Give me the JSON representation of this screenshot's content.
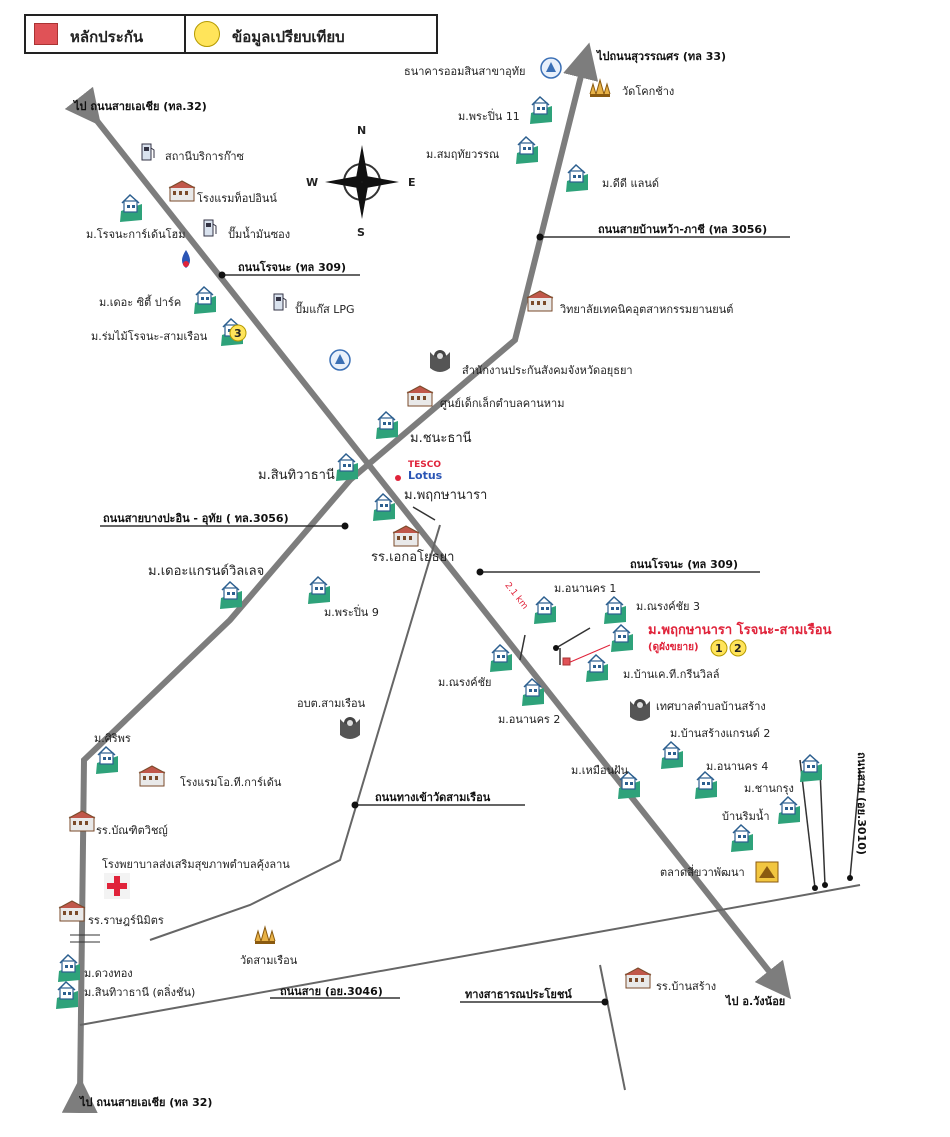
{
  "legend": {
    "marker_label": "หลักประกัน",
    "compare_label": "ข้อมูลเปรียบเทียบ",
    "marker_color": "#e05257",
    "compare_color": "#ffe45a"
  },
  "compass": {
    "n": "N",
    "s": "S",
    "e": "E",
    "w": "W"
  },
  "roads": {
    "to_asia_top": "ไป ถนนสายเอเชีย (ทล.32)",
    "to_suphan": "ไปถนนสุวรรณศร (ทล 33)",
    "ban_wa_phachi": "ถนนสายบ้านหว้า-ภาชี (ทล 3056)",
    "rojana_top": "ถนนโรจนะ (ทล 309)",
    "bang_pa_in": "ถนนสายบางปะอิน - อุทัย ( ทล.3056)",
    "rojana_mid": "ถนนโรจนะ (ทล 309)",
    "wat_sam_ruan": "ถนนทางเข้าวัดสามเรือน",
    "uy_3010": "ถนนสาย (อย.3010)",
    "uy_3046": "ถนนสาย (อย.3046)",
    "public_way": "ทางสาธารณประโยชน์",
    "to_wang_noi": "ไป อ.วังน้อย",
    "to_asia_bottom": "ไป ถนนสายเอเชีย (ทล 32)",
    "distance": "2.1 km"
  },
  "places": {
    "gsb": "ธนาคารออมสินสาขาอุทัย",
    "wat_khok_chang": "วัดโคกช้าง",
    "mb_phraepin11": "ม.พระปิ่น 11",
    "mb_samut": "ม.สมฤทัยวรรณ",
    "mb_dd_land": "ม.ดีดี แลนด์",
    "gas_station": "สถานีบริการก๊าซ",
    "hotel_top_inn": "โรงแรมท็อปอินน์",
    "mb_rojana_garden": "ม.โรจนะการ์เด้นโฮม",
    "oil_pump": "ปั๊มน้ำมันซอง",
    "mb_city_park": "ม.เดอะ ซิตี้ ปาร์ค",
    "lpg_pump": "ปั๊มแก๊ส LPG",
    "mb_rom_mai": "ม.ร่มไม้โรจนะ-สามเรือน",
    "tech_college": "วิทยาลัยเทคนิคอุตสาหกรรมยานยนต์",
    "sso_office": "สำนักงานประกันสังคมจังหวัดอยุธยา",
    "child_center": "ศูนย์เด็กเล็กตำบลคานหาม",
    "mb_chana_thani": "ม.ชนะธานี",
    "mb_sin_thawa": "ม.สินทิวาธานี",
    "tesco1": "TESCO",
    "tesco2": "Lotus",
    "mb_phruksa_nara": "ม.พฤกษานารา",
    "school_ekka": "รร.เอกอโยธยา",
    "mb_grand_village": "ม.เดอะแกรนด์วิลเลจ",
    "mb_phraepin9": "ม.พระปิ่น 9",
    "mb_anan1": "ม.อนานคร 1",
    "mb_narong3": "ม.ณรงค์ชัย 3",
    "subject": "ม.พฤกษานารา โรจนะ-สามเรือน",
    "subject_note": "(ดูผังขยาย)",
    "mb_narong": "ม.ณรงค์ชัย",
    "mb_green_ville": "ม.บ้านเค.ที.กรีนวิลล์",
    "mb_anan2": "ม.อนานคร 2",
    "obt_sam_ruan": "อบต.สามเรือน",
    "ban_sang_muni": "เทศบาลตำบลบ้านสร้าง",
    "mb_ban_sang_grand2": "ม.บ้านสร้างแกรนด์ 2",
    "mb_siri": "ม.ศิริพร",
    "hotel_ot": "โรงแรมโอ.ที.การ์เด้น",
    "mb_muean_fan": "ม.เหมือนฝัน",
    "mb_anan4": "ม.อนานคร 4",
    "mb_chan_krung": "ม.ชานกรุง",
    "school_bandit": "รร.บัณฑิตวิชญ์",
    "ban_rim_nam": "บ้านริมน้ำ",
    "hospital": "โรงพยาบาลส่งเสริมสุขภาพตำบลคุ้งลาน",
    "market": "ตลาดสี่ขวาพัฒนา",
    "school_rat": "รร.ราษฎร์นิมิตร",
    "wat_sam_ruan": "วัดสามเรือน",
    "mb_duang_thong": "ม.ดวงทอง",
    "mb_sin_thawa2": "ม.สินทิวาธานี (ตลิ่งชัน)",
    "school_ban_sang": "รร.บ้านสร้าง"
  },
  "markers": {
    "three": "3",
    "one": "1",
    "two": "2"
  }
}
